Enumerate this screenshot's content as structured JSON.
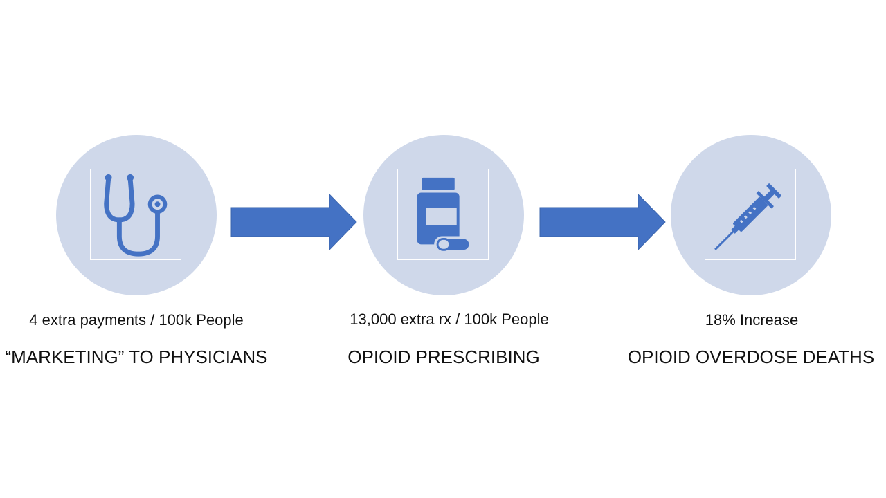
{
  "accent_color": "#4472c4",
  "circle_color": "#cfd8ea",
  "steps": [
    {
      "icon": "stethoscope-icon",
      "metric": "4 extra payments / 100k People",
      "caption": "“MARKETING” TO PHYSICIANS"
    },
    {
      "icon": "pill-bottle-icon",
      "metric": "13,000 extra rx / 100k People",
      "caption": "OPIOID PRESCRIBING"
    },
    {
      "icon": "syringe-icon",
      "metric": "18% Increase",
      "caption": "OPIOID OVERDOSE DEATHS"
    }
  ]
}
